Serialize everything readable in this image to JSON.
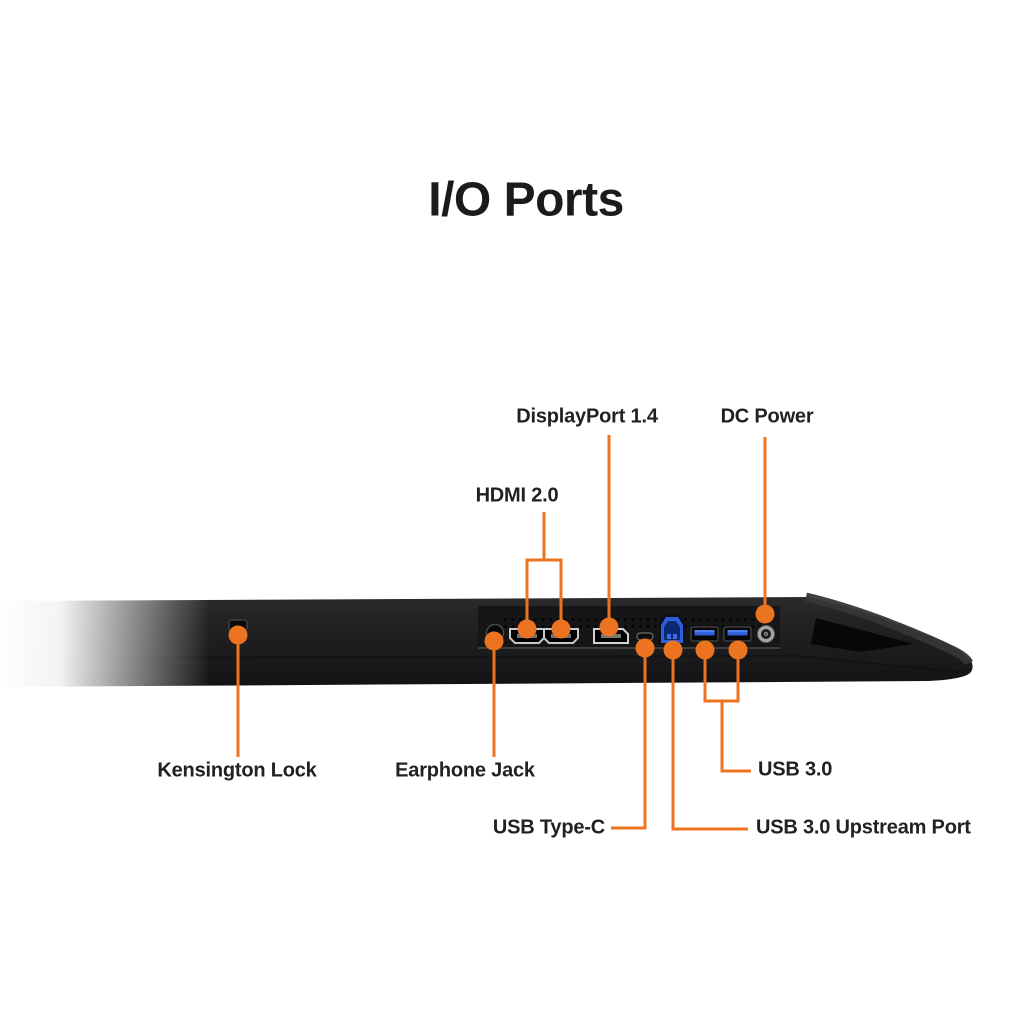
{
  "title": "I/O Ports",
  "colors": {
    "accent_orange": "#EC7320",
    "label_text": "#232021",
    "monitor_body": "#1F1F1F",
    "usb_blue": "#2E5FD9",
    "background": "#FFFFFF"
  },
  "callouts": {
    "displayport": {
      "label": "DisplayPort 1.4"
    },
    "dc_power": {
      "label": "DC Power"
    },
    "hdmi": {
      "label": "HDMI 2.0"
    },
    "kensington": {
      "label": "Kensington Lock"
    },
    "earphone": {
      "label": "Earphone Jack"
    },
    "usb3": {
      "label": "USB 3.0"
    },
    "usb_type_c": {
      "label": "USB Type-C"
    },
    "usb3_upstream": {
      "label": "USB 3.0 Upstream Port"
    }
  }
}
